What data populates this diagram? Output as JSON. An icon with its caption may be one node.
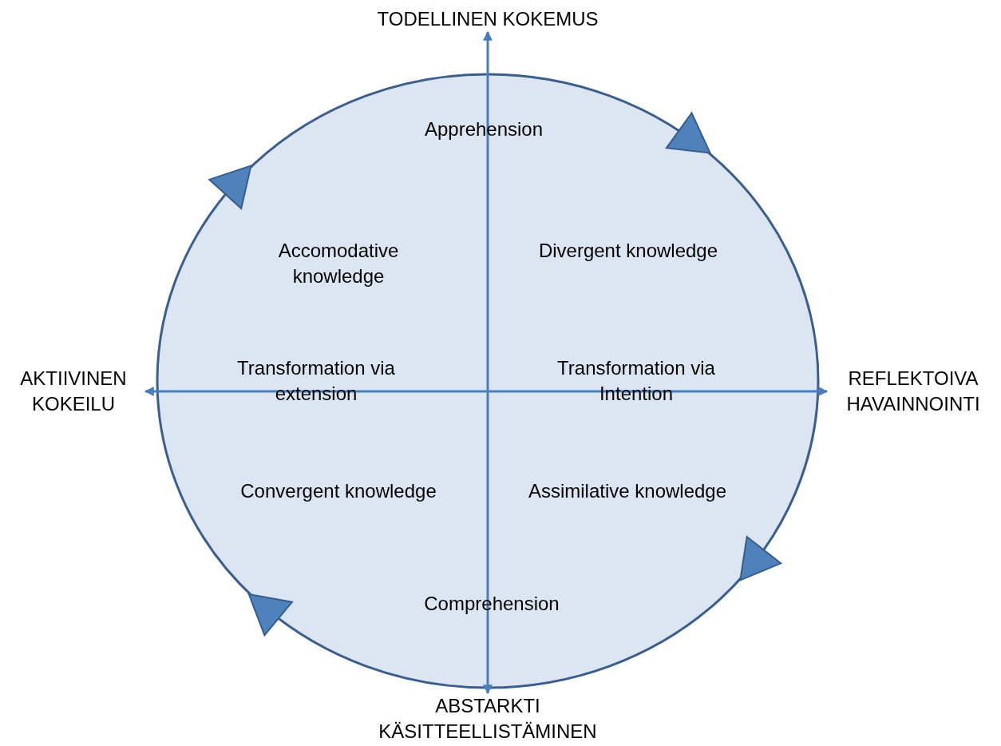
{
  "diagram": {
    "nodes": [
      {
        "text": [
          "TODELLINEN KOKEMUS"
        ]
      },
      {
        "text": [
          "AKTIIVINEN KOKEILU"
        ]
      },
      {
        "text": [
          "REFLEKTOIVA HAVAINNOINTI"
        ]
      },
      {
        "text": [
          "ABSTARKTI KÄSITTEELLISTÄMINEN"
        ]
      }
    ],
    "edges": [
      {
        "from": 0,
        "to": 3,
        "arrow": "both"
      },
      {
        "from": 1,
        "to": 2,
        "arrow": "both"
      }
    ],
    "labels": [
      "Apprehension",
      "Accomodative knowledge",
      "Divergent knowledge",
      "Transformation via extension",
      "Transformation via Intention",
      "Convergent knowledge",
      "Assimilative knowledge",
      "Comprehension"
    ]
  }
}
